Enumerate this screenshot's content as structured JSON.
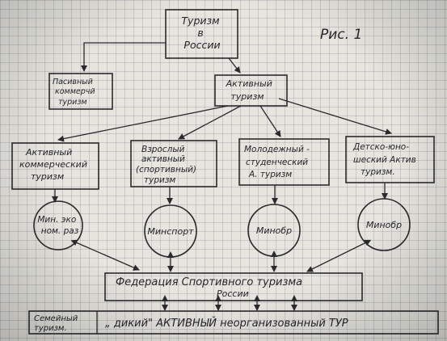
{
  "figure_label": "Рис. 1",
  "nodes": {
    "root": [
      "Туризм",
      "в",
      "России"
    ],
    "passive": [
      "Пасивный",
      "коммерчй",
      "туризм"
    ],
    "active": [
      "Активный",
      "туризм"
    ],
    "active_commercial": [
      "Активный",
      "коммерческий",
      "туризм"
    ],
    "adult_active": [
      "Взрослый",
      "активный",
      "(спортивный)",
      "туризм"
    ],
    "youth_student": [
      "Молодежный -",
      "студенческий",
      "А. туризм"
    ],
    "children_youth": [
      "Детско-юно-",
      "шеский Актив",
      "туризм."
    ]
  },
  "circles": {
    "min_econ": [
      "Мин. эко",
      "ном. раз"
    ],
    "minsport": [
      "Минспорт"
    ],
    "minobr_1": [
      "Минобр"
    ],
    "minobr_2": [
      "Минобр"
    ]
  },
  "federation": [
    "Федерация  Спортивного туризма",
    "России"
  ],
  "bottom_bar": {
    "family": [
      "Семейный",
      "туризм."
    ],
    "wild": "„ дикий\" АКТИВНЫЙ неорганизованный ТУР"
  }
}
